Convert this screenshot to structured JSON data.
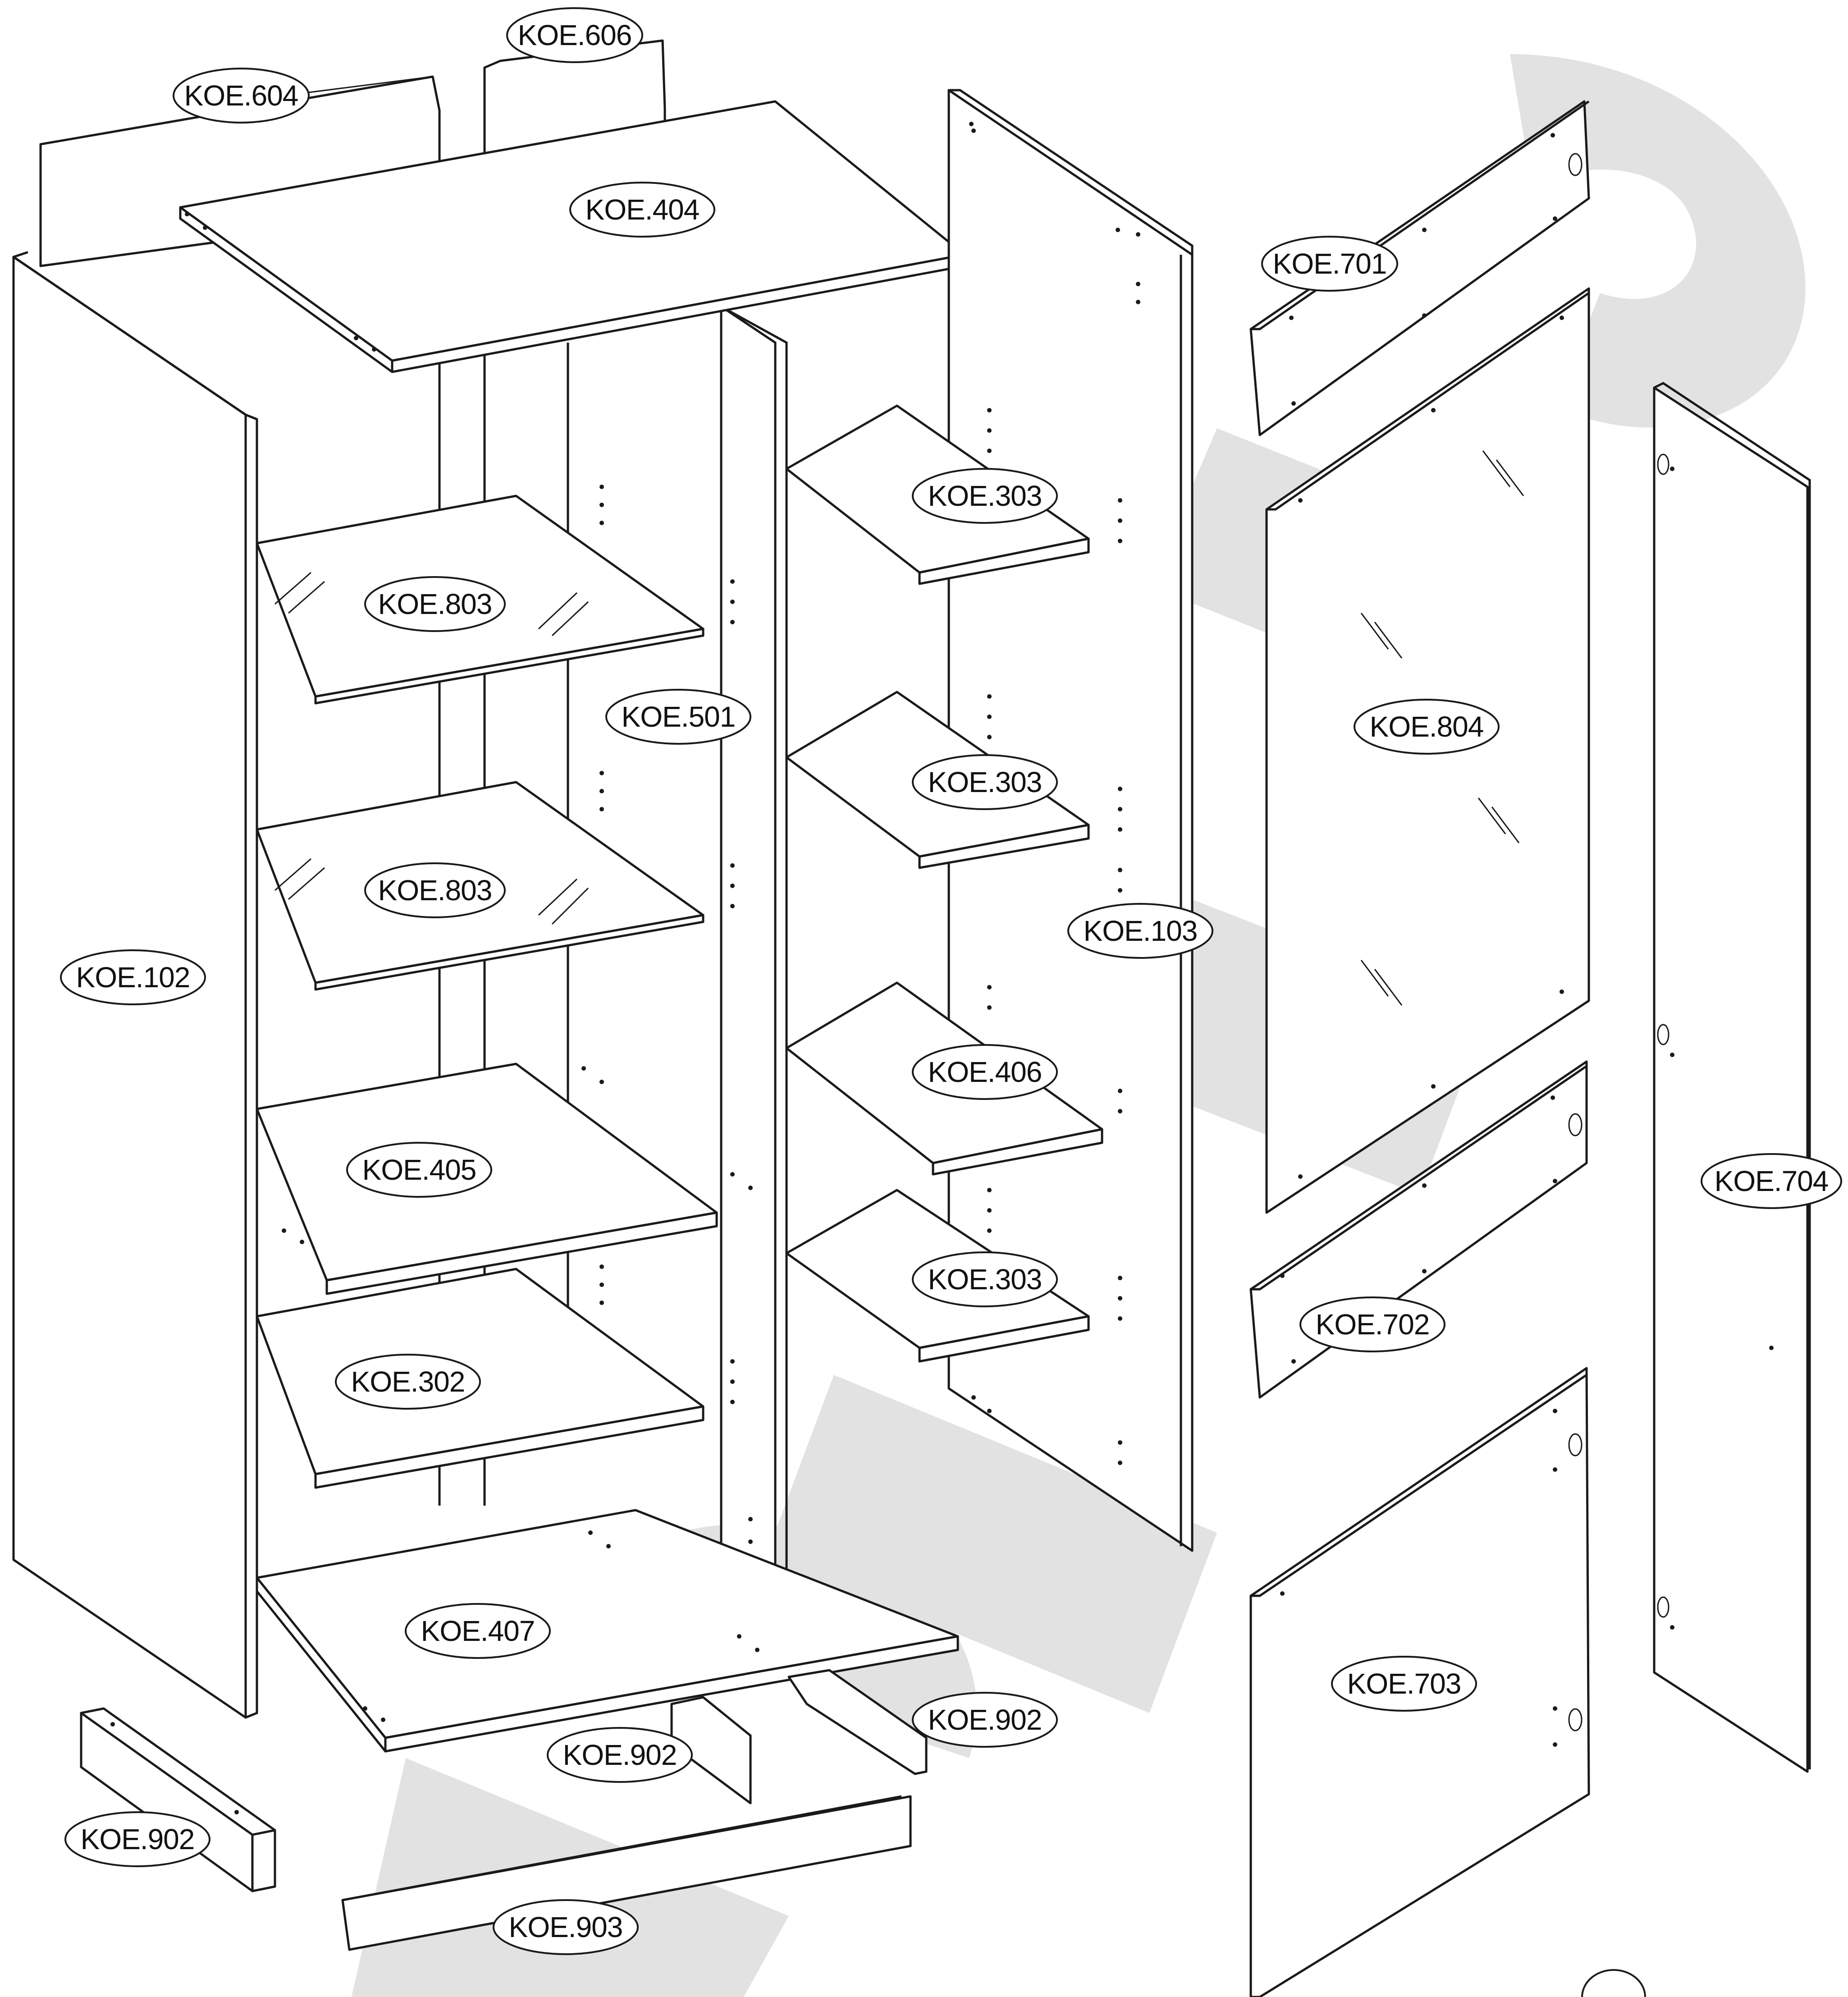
{
  "colors": {
    "line": "#1a1a1a",
    "watermark": "#e2e2e2",
    "background": "#ffffff"
  },
  "parts": [
    {
      "id": "KOE.604"
    },
    {
      "id": "KOE.606"
    },
    {
      "id": "KOE.404"
    },
    {
      "id": "KOE.701"
    },
    {
      "id": "KOE.303"
    },
    {
      "id": "KOE.803"
    },
    {
      "id": "KOE.501"
    },
    {
      "id": "KOE.804"
    },
    {
      "id": "KOE.303"
    },
    {
      "id": "KOE.803"
    },
    {
      "id": "KOE.103"
    },
    {
      "id": "KOE.102"
    },
    {
      "id": "KOE.406"
    },
    {
      "id": "KOE.405"
    },
    {
      "id": "KOE.704"
    },
    {
      "id": "KOE.303"
    },
    {
      "id": "KOE.702"
    },
    {
      "id": "KOE.302"
    },
    {
      "id": "KOE.407"
    },
    {
      "id": "KOE.703"
    },
    {
      "id": "KOE.902"
    },
    {
      "id": "KOE.902"
    },
    {
      "id": "KOE.902"
    },
    {
      "id": "KOE.903"
    }
  ]
}
